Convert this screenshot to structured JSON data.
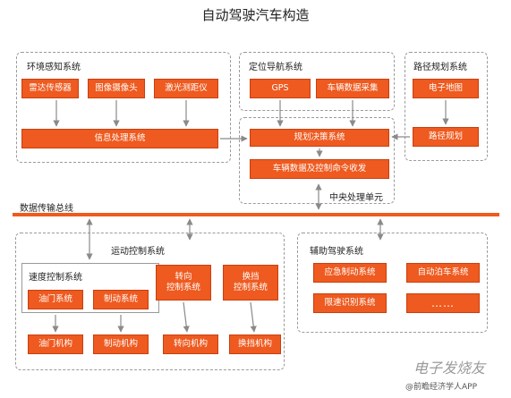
{
  "title": "自动驾驶汽车构造",
  "env": {
    "label": "环境感知系统",
    "radar": "雷达传感器",
    "camera": "图像摄像头",
    "lidar": "激光测距仪",
    "info": "信息处理系统"
  },
  "nav": {
    "label": "定位导航系统",
    "gps": "GPS",
    "vehicle_data": "车辆数据采集"
  },
  "path": {
    "label": "路径规划系统",
    "map": "电子地图",
    "plan": "路径规划"
  },
  "cpu": {
    "decision": "规划决策系统",
    "command": "车辆数据及控制命令收发",
    "label": "中央处理单元"
  },
  "bus": {
    "label": "数据传输总线"
  },
  "motion": {
    "label": "运动控制系统",
    "speed_label": "速度控制系统",
    "throttle_sys": "油门系统",
    "brake_sys": "制动系统",
    "steer_ctrl": "转向\n控制系统",
    "shift_ctrl": "换挡\n控制系统",
    "throttle_mech": "油门机构",
    "brake_mech": "制动机构",
    "steer_mech": "转向机构",
    "shift_mech": "换挡机构"
  },
  "assist": {
    "label": "辅助驾驶系统",
    "emergency_brake": "应急制动系统",
    "auto_park": "自动泊车系统",
    "speed_limit": "限速识别系统",
    "more": "……"
  },
  "watermark": {
    "script": "电子发烧友",
    "source": "@前瞻经济学人APP"
  }
}
